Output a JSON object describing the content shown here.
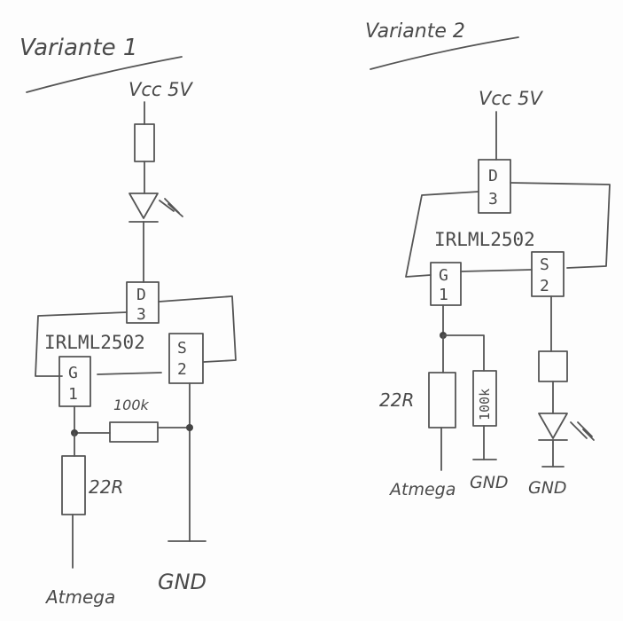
{
  "variant1": {
    "title": "Variante 1",
    "vcc": "Vcc 5V",
    "drain_letter": "D",
    "drain_pin": "3",
    "transistor": "IRLML2502",
    "gate_letter": "G",
    "gate_pin": "1",
    "source_letter": "S",
    "source_pin": "2",
    "pulldown": "100k",
    "gate_resistor": "22R",
    "input": "Atmega",
    "ground": "GND"
  },
  "variant2": {
    "title": "Variante 2",
    "vcc": "Vcc 5V",
    "drain_letter": "D",
    "drain_pin": "3",
    "transistor": "IRLML2502",
    "gate_letter": "G",
    "gate_pin": "1",
    "source_letter": "S",
    "source_pin": "2",
    "gate_resistor": "22R",
    "pulldown": "100k",
    "input": "Atmega",
    "ground_pulldown": "GND",
    "ground_led": "GND"
  }
}
